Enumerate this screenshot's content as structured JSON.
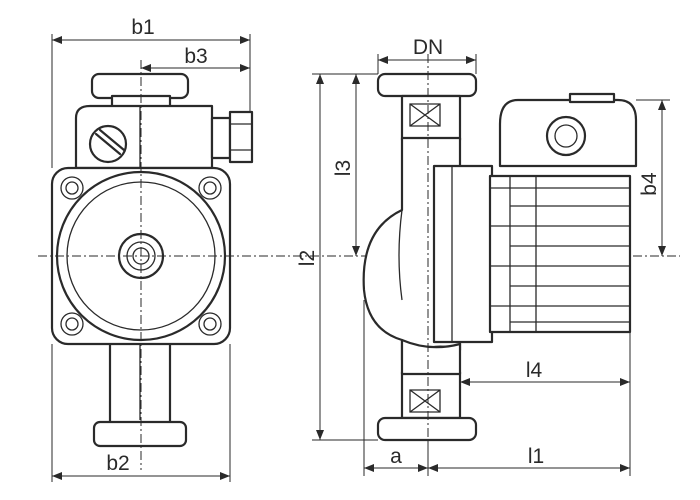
{
  "labels": {
    "b1": "b1",
    "b2": "b2",
    "b3": "b3",
    "b4": "b4",
    "dn": "DN",
    "l1": "l1",
    "l2": "l2",
    "l3": "l3",
    "l4": "l4",
    "a": "a"
  }
}
